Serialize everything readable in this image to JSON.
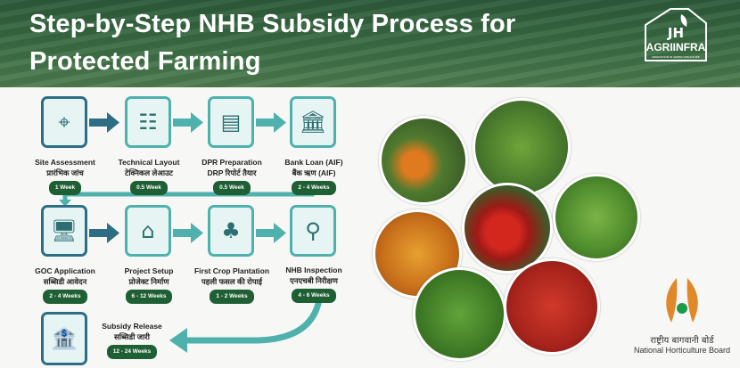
{
  "header": {
    "title_line1": "Step-by-Step NHB Subsidy Process for",
    "title_line2": "Protected Farming"
  },
  "brand": {
    "logo_initials": "JH",
    "logo_name": "AGRIINFRA",
    "logo_tagline": "INNOVATION IN GREEN STRUCTURE"
  },
  "steps": [
    {
      "en": "Site Assessment",
      "hi": "प्रारंभिक जांच",
      "duration": "1 Week",
      "icon": "survey-icon"
    },
    {
      "en": "Technical Layout",
      "hi": "टेक्निकल लेआउट",
      "duration": "0.5 Week",
      "icon": "engineer-blueprint-icon"
    },
    {
      "en": "DPR Preparation",
      "hi": "DRP रिपोर्ट तैयार",
      "duration": "0.5  Week",
      "icon": "report-icon"
    },
    {
      "en": "Bank Loan (AIF)",
      "hi": "बैंक ऋण (AIF)",
      "duration": "2 - 4  Weeks",
      "icon": "bank-icon"
    },
    {
      "en": "GOC Application",
      "hi": "सब्सिडी आवेदन",
      "duration": "2 - 4 Weeks",
      "icon": "computer-application-icon"
    },
    {
      "en": "Project Setup",
      "hi": "प्रोजेक्ट निर्माण",
      "duration": "6 - 12 Weeks",
      "icon": "greenhouse-construction-icon"
    },
    {
      "en": "First Crop Plantation",
      "hi": "पहली फसल की रोपाई",
      "duration": "1 - 2  Weeks",
      "icon": "planting-icon"
    },
    {
      "en": "NHB Inspection",
      "hi": "एनएचबी  निरीक्षण",
      "duration": "4 - 6  Weeks",
      "icon": "inspection-icon"
    },
    {
      "en": "Subsidy Release",
      "hi": "सब्सिडी जारी",
      "duration": "12 - 24 Weeks",
      "icon": "subsidy-bank-icon"
    }
  ],
  "nhb": {
    "hi": "राष्ट्रीय बागवानी बोर्ड",
    "en": "National Horticulture Board"
  },
  "colors": {
    "header": "#2d5a3a",
    "teal": "#4fb1ad",
    "badge": "#1f5f34",
    "dark_arrow": "#2d6e85"
  }
}
